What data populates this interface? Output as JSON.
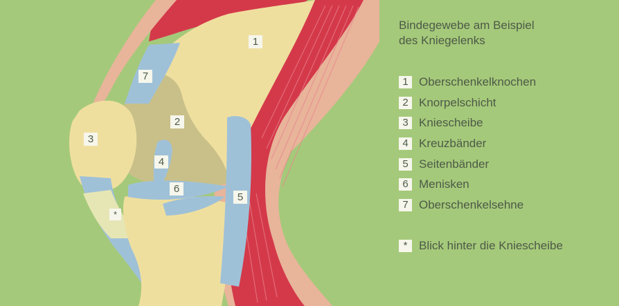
{
  "legend": {
    "title_line1": "Bindegewebe am Beispiel",
    "title_line2": "des Kniegelenks",
    "items": [
      {
        "num": "1",
        "label": "Oberschenkelknochen"
      },
      {
        "num": "2",
        "label": "Knorpelschicht"
      },
      {
        "num": "3",
        "label": "Kniescheibe"
      },
      {
        "num": "4",
        "label": "Kreuzbänder"
      },
      {
        "num": "5",
        "label": "Seitenbänder"
      },
      {
        "num": "6",
        "label": "Menisken"
      },
      {
        "num": "7",
        "label": "Oberschenkelsehne"
      }
    ],
    "note": {
      "symbol": "*",
      "label": "Blick hinter die Kniescheibe"
    }
  },
  "diagram_labels": {
    "femur": "1",
    "cartilage": "2",
    "patella": "3",
    "cruciate": "4",
    "collateral": "5",
    "menisci": "6",
    "tendon": "7",
    "star": "*"
  },
  "colors": {
    "background_green": "#a5c97a",
    "bone": "#efdf9f",
    "cartilage": "#c9c089",
    "ligament_blue": "#9fc1d8",
    "muscle_red": "#d4394a",
    "skin_pink": "#e8b49a",
    "text": "#4d5a48",
    "label_box": "#f6f6ec"
  }
}
